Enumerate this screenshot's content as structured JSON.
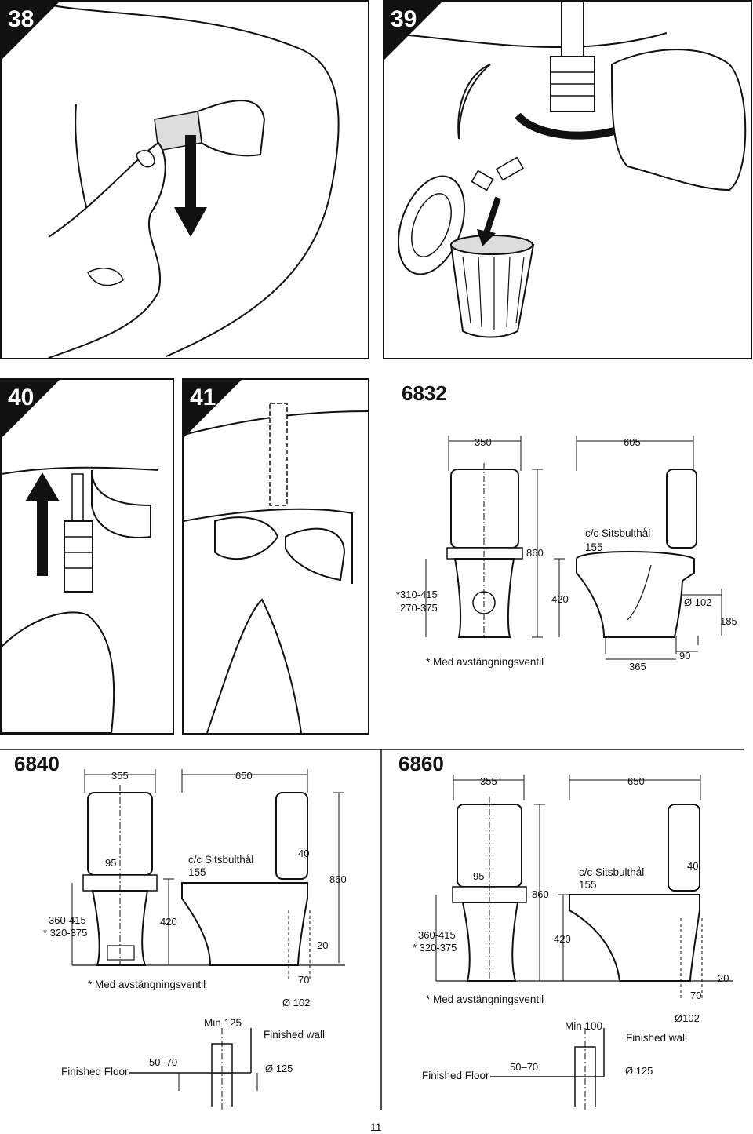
{
  "steps": [
    {
      "id": "38",
      "label": "38"
    },
    {
      "id": "39",
      "label": "39"
    },
    {
      "id": "40",
      "label": "40"
    },
    {
      "id": "41",
      "label": "41"
    }
  ],
  "models": {
    "m6832": {
      "name": "6832",
      "width_front": "350",
      "depth": "605",
      "height": "860",
      "seat_hole_label": "c/c Sitsbulthål",
      "seat_hole_value": "155",
      "inlet_range_valve": "*310-415",
      "inlet_range": "270-375",
      "seat_height": "420",
      "outlet_diameter": "Ø 102",
      "outlet_height": "185",
      "note": "* Med avstängningsventil",
      "outlet_distance": "365",
      "back_offset": "90"
    },
    "m6840": {
      "name": "6840",
      "width_front": "355",
      "depth": "650",
      "seat_hole_spacing": "95",
      "seat_hole_label": "c/c Sitsbulthål",
      "seat_hole_value": "155",
      "tank_offset": "40",
      "height": "860",
      "inlet_range": "360-415",
      "inlet_range_valve": "* 320-375",
      "seat_height": "420",
      "floor_gap": "20",
      "note": "* Med avstängningsventil",
      "outlet_offset": "70",
      "outlet_diameter": "Ø 102",
      "min_label": "Min 125",
      "finished_wall": "Finished wall",
      "finished_floor": "Finished Floor",
      "pipe_range": "50–70",
      "pipe_diameter": "Ø 125"
    },
    "m6860": {
      "name": "6860",
      "width_front": "355",
      "depth": "650",
      "seat_hole_spacing": "95",
      "height": "860",
      "seat_hole_label": "c/c Sitsbulthål",
      "seat_hole_value": "155",
      "tank_offset": "40",
      "inlet_range": "360-415",
      "inlet_range_valve": "* 320-375",
      "seat_height": "420",
      "floor_gap": "20",
      "outlet_offset": "70",
      "note": "* Med avstängningsventil",
      "outlet_diameter": "Ø102",
      "min_label": "Min 100",
      "finished_wall": "Finished wall",
      "finished_floor": "Finished Floor",
      "pipe_range": "50–70",
      "pipe_diameter": "Ø 125"
    }
  },
  "page_number": "11"
}
